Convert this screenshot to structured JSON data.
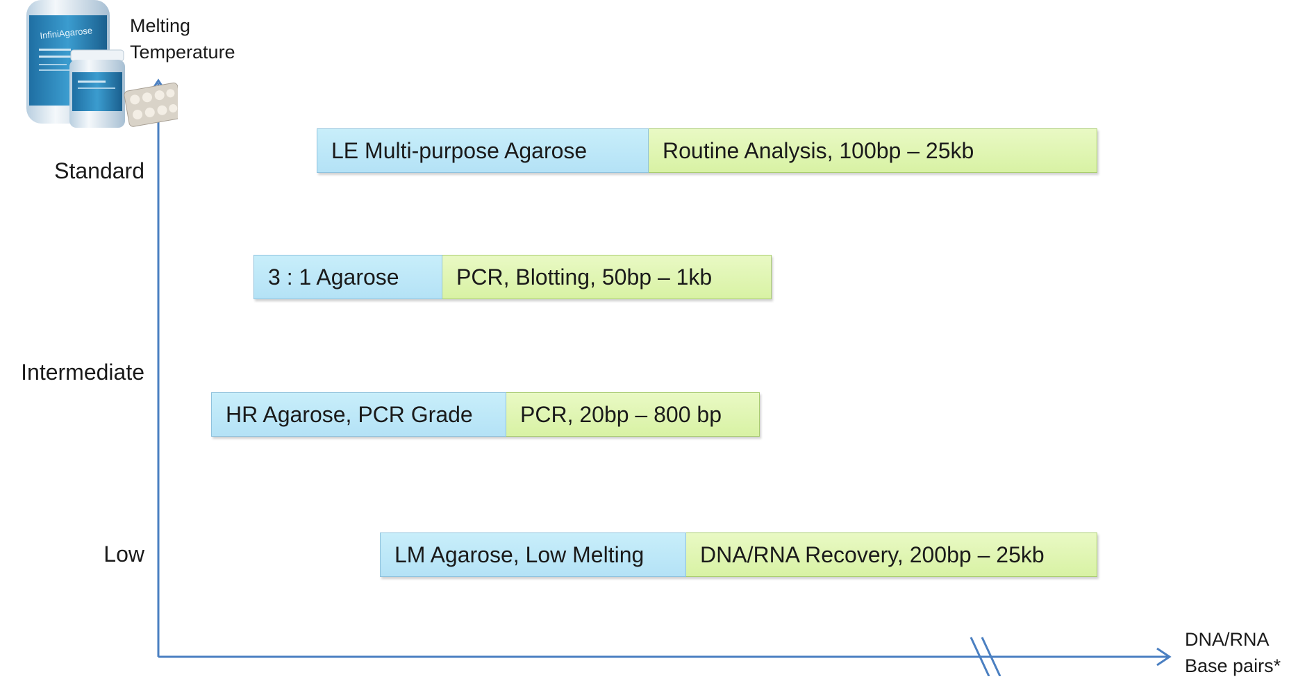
{
  "y_axis": {
    "title_line1": "Melting",
    "title_line2": "Temperature",
    "levels": [
      "Standard",
      "Intermediate",
      "Low"
    ]
  },
  "x_axis": {
    "title_line1": "DNA/RNA",
    "title_line2": "Base pairs*"
  },
  "rows": [
    {
      "product": "LE Multi-purpose Agarose",
      "application": "Routine Analysis, 100bp – 25kb"
    },
    {
      "product": "3 : 1 Agarose",
      "application": "PCR, Blotting, 50bp – 1kb"
    },
    {
      "product": "HR Agarose, PCR Grade",
      "application": "PCR, 20bp – 800 bp"
    },
    {
      "product": "LM Agarose, Low Melting",
      "application": "DNA/RNA Recovery, 200bp – 25kb"
    }
  ],
  "product_image": {
    "label_text": "InfiniAgarose"
  },
  "colors": {
    "axis": "#4a7fc1",
    "icon": "#1ea84b",
    "product_cell": "#b4e2f6",
    "application_cell": "#d8f2a4"
  }
}
